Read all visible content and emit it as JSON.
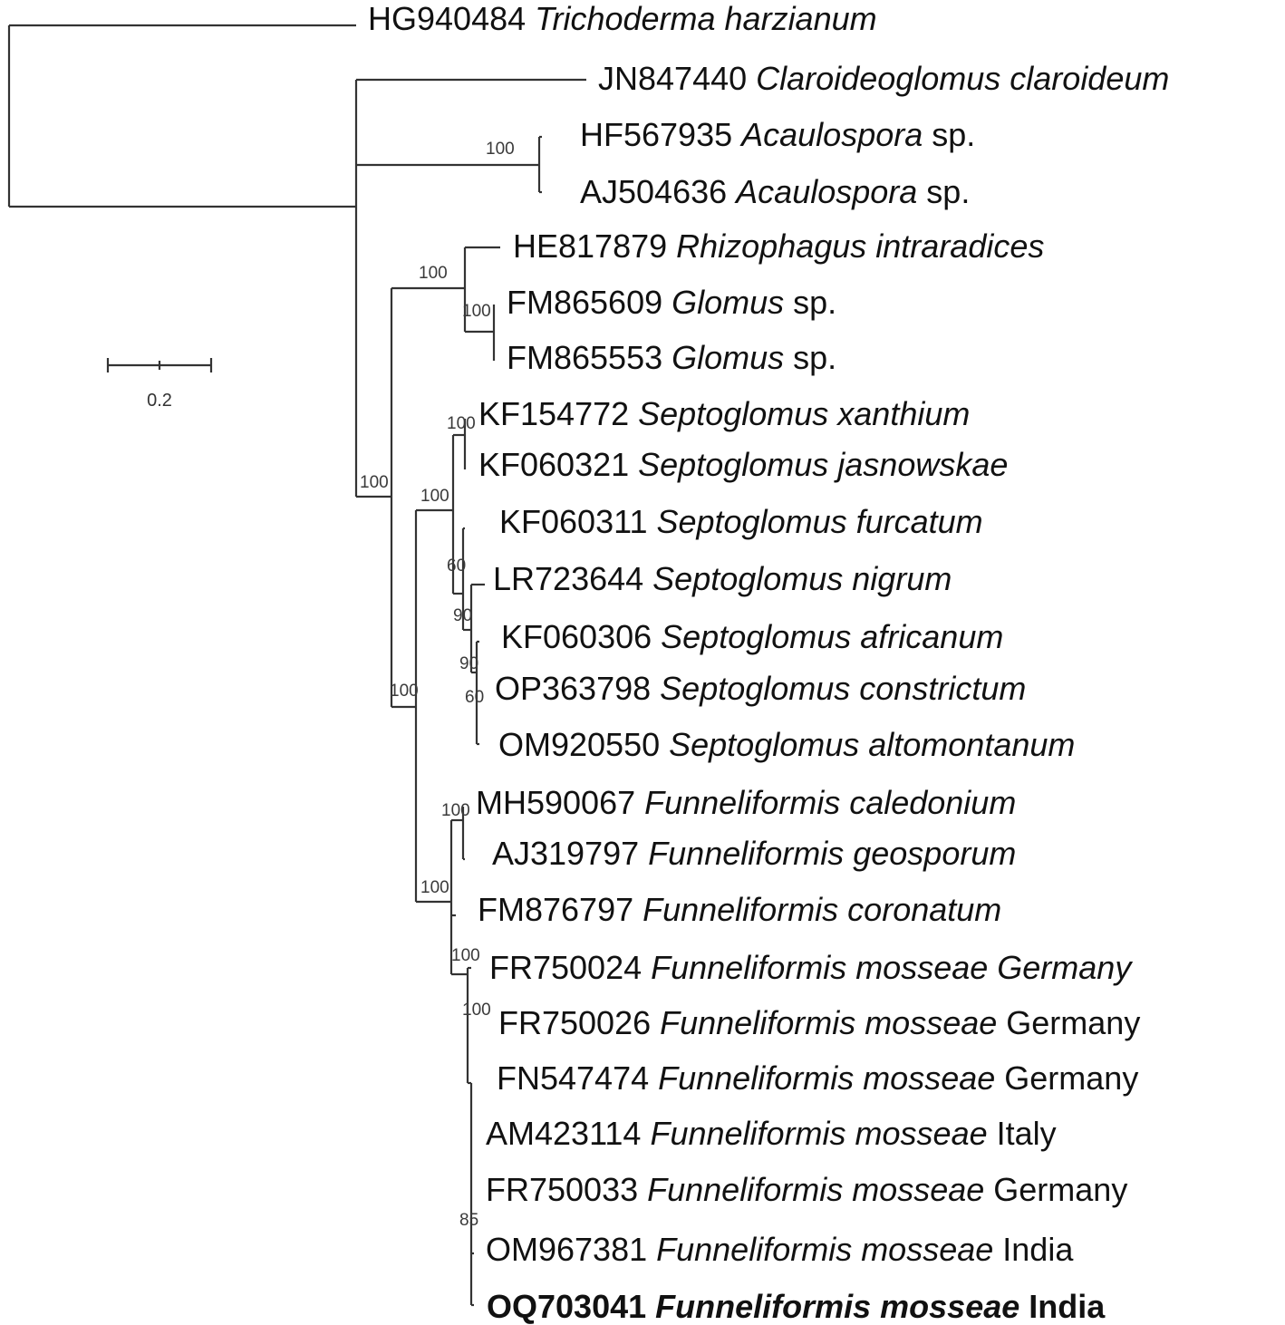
{
  "tree": {
    "taxa": [
      {
        "acc": "HG940484",
        "genus": "Trichoderma harzianum",
        "suffix": "",
        "bold": false
      },
      {
        "acc": "JN847440",
        "genus": "Claroideoglomus claroideum",
        "suffix": "",
        "bold": false
      },
      {
        "acc": "HF567935",
        "genus": "Acaulospora",
        "suffix": "sp.",
        "bold": false
      },
      {
        "acc": "AJ504636",
        "genus": "Acaulospora",
        "suffix": "sp.",
        "bold": false
      },
      {
        "acc": "HE817879",
        "genus": "Rhizophagus intraradices",
        "suffix": "",
        "bold": false
      },
      {
        "acc": "FM865609",
        "genus": "Glomus",
        "suffix": "sp.",
        "bold": false
      },
      {
        "acc": "FM865553",
        "genus": "Glomus",
        "suffix": "sp.",
        "bold": false
      },
      {
        "acc": "KF154772",
        "genus": "Septoglomus xanthium",
        "suffix": "",
        "bold": false
      },
      {
        "acc": "KF060321",
        "genus": "Septoglomus jasnowskae",
        "suffix": "",
        "bold": false
      },
      {
        "acc": "KF060311",
        "genus": "Septoglomus furcatum",
        "suffix": "",
        "bold": false
      },
      {
        "acc": "LR723644",
        "genus": "Septoglomus nigrum",
        "suffix": "",
        "bold": false
      },
      {
        "acc": "KF060306",
        "genus": "Septoglomus africanum",
        "suffix": "",
        "bold": false
      },
      {
        "acc": "OP363798",
        "genus": "Septoglomus constrictum",
        "suffix": "",
        "bold": false
      },
      {
        "acc": "OM920550",
        "genus": "Septoglomus altomontanum",
        "suffix": "",
        "bold": false
      },
      {
        "acc": "MH590067",
        "genus": "Funneliformis caledonium",
        "suffix": "",
        "bold": false
      },
      {
        "acc": "AJ319797",
        "genus": "Funneliformis geosporum",
        "suffix": "",
        "bold": false
      },
      {
        "acc": "FM876797",
        "genus": "Funneliformis coronatum",
        "suffix": "",
        "bold": false
      },
      {
        "acc": "FR750024",
        "genus": "Funneliformis mosseae Germany",
        "suffix": "",
        "bold": false
      },
      {
        "acc": "FR750026",
        "genus": "Funneliformis mosseae",
        "suffix": "Germany",
        "bold": false
      },
      {
        "acc": "FN547474",
        "genus": "Funneliformis mosseae",
        "suffix": "Germany",
        "bold": false
      },
      {
        "acc": "AM423114",
        "genus": "Funneliformis mosseae",
        "suffix": "Italy",
        "bold": false
      },
      {
        "acc": "FR750033",
        "genus": "Funneliformis mosseae",
        "suffix": "Germany",
        "bold": false
      },
      {
        "acc": "OM967381",
        "genus": "Funneliformis mosseae",
        "suffix": "India",
        "bold": false
      },
      {
        "acc": "OQ703041",
        "genus": "Funneliformis mosseae",
        "suffix": "India",
        "bold": true
      }
    ],
    "bootstrap": [
      "100",
      "100",
      "100",
      "100",
      "100",
      "100",
      "60",
      "90",
      "90",
      "60",
      "100",
      "100",
      "100",
      "100",
      "100",
      "85"
    ],
    "scale_bar": {
      "label": "0.2",
      "value": 0.2
    }
  }
}
